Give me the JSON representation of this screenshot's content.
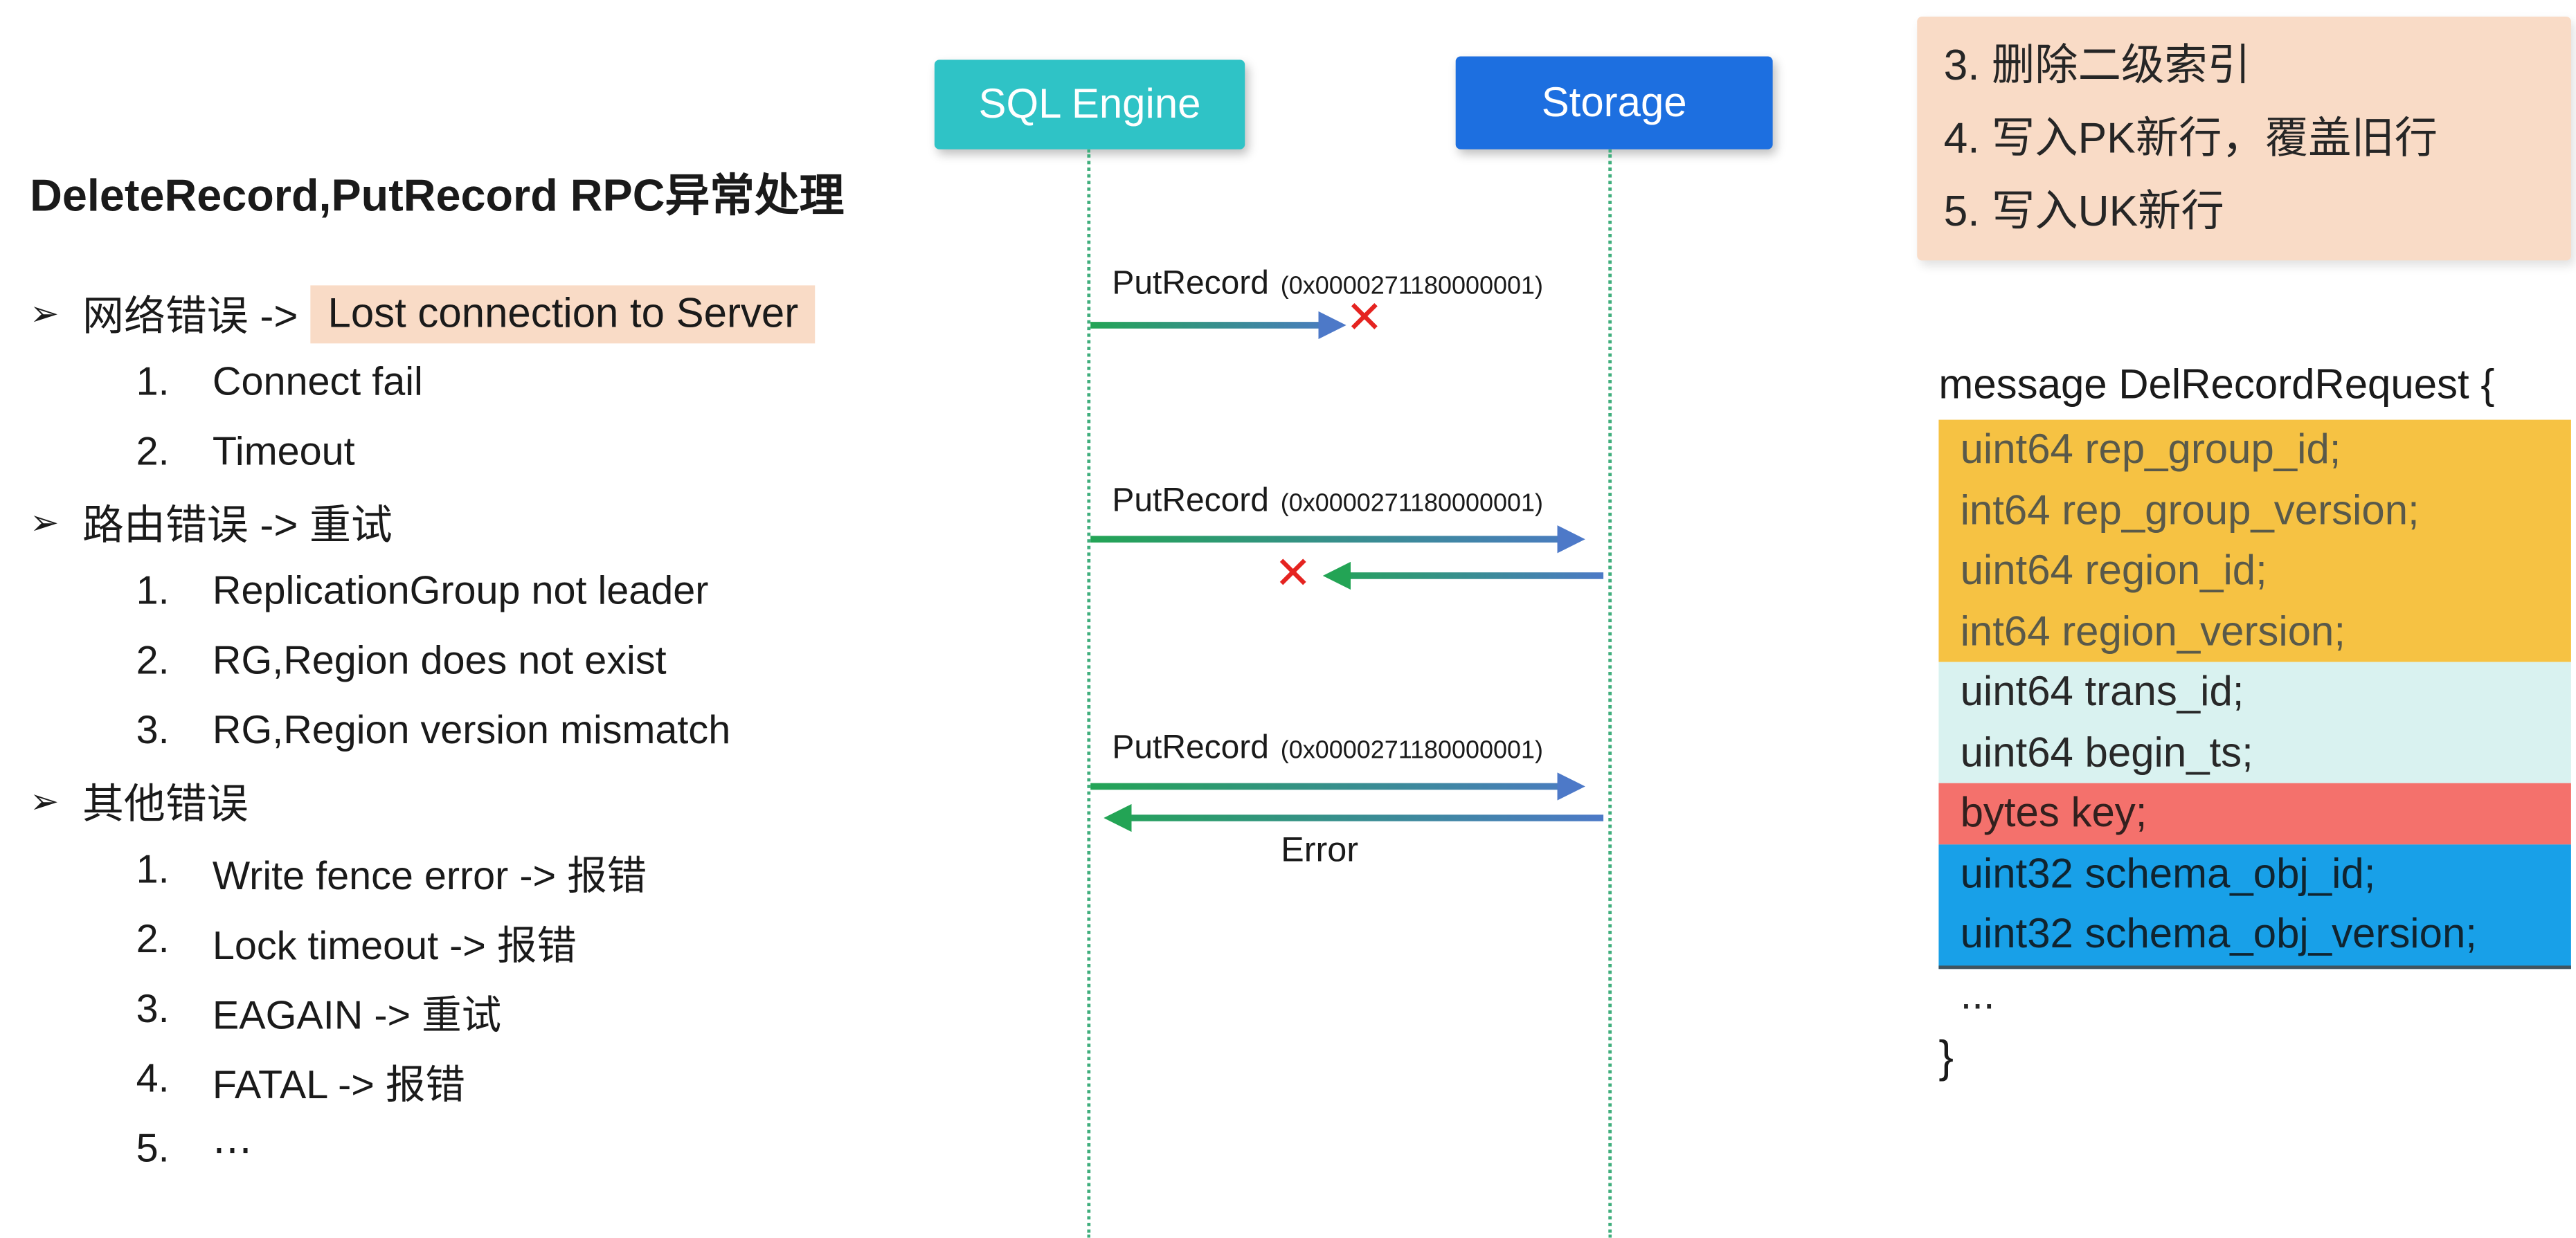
{
  "left": {
    "title": "DeleteRecord,PutRecord RPC异常处理",
    "bullets": [
      {
        "marker": "➢",
        "label": "网络错误 ->",
        "highlight": "Lost connection to Server",
        "items": [
          {
            "num": "1.",
            "text": "Connect fail"
          },
          {
            "num": "2.",
            "text": "Timeout"
          }
        ]
      },
      {
        "marker": "➢",
        "label": "路由错误 -> 重试",
        "items": [
          {
            "num": "1.",
            "text": "ReplicationGroup not leader"
          },
          {
            "num": "2.",
            "text": "RG,Region does not exist"
          },
          {
            "num": "3.",
            "text": "RG,Region version mismatch"
          }
        ]
      },
      {
        "marker": "➢",
        "label": "其他错误",
        "items": [
          {
            "num": "1.",
            "text": "Write fence error -> 报错"
          },
          {
            "num": "2.",
            "text": "Lock timeout -> 报错"
          },
          {
            "num": "3.",
            "text": "EAGAIN -> 重试"
          },
          {
            "num": "4.",
            "text": "FATAL -> 报错"
          },
          {
            "num": "5.",
            "text": "⋯"
          }
        ]
      }
    ]
  },
  "sequence": {
    "actors": [
      {
        "name": "SQL Engine",
        "color": "#2FC3C6"
      },
      {
        "name": "Storage",
        "color": "#1D6FE0"
      }
    ],
    "messages": [
      {
        "name": "PutRecord",
        "args": "(0x0000271180000001)"
      },
      {
        "name": "PutRecord",
        "args": "(0x0000271180000001)"
      },
      {
        "name": "PutRecord",
        "args": "(0x0000271180000001)"
      }
    ],
    "error_label": "Error",
    "fail_mark": "✕"
  },
  "note_box": {
    "color": "#F9DBC6",
    "lines": [
      "3. 删除二级索引",
      "4. 写入PK新行，覆盖旧行",
      "5. 写入UK新行"
    ]
  },
  "message_def": {
    "header": "message DelRecordRequest {",
    "groups": [
      {
        "color": "#F6C243",
        "lines": [
          "uint64 rep_group_id;",
          "int64 rep_group_version;",
          "uint64 region_id;",
          "int64 region_version;"
        ]
      },
      {
        "color": "#D9F2F0",
        "lines": [
          "uint64 trans_id;",
          "uint64 begin_ts;"
        ]
      },
      {
        "color": "#F4716C",
        "lines": [
          "bytes key;"
        ]
      },
      {
        "color": "#18A0E8",
        "lines": [
          "uint32 schema_obj_id;",
          "uint32 schema_obj_version;"
        ]
      }
    ],
    "ellipsis": "...",
    "footer": "}"
  },
  "colors": {
    "peach_highlight": "#F9DBC6",
    "lifeline": "#3FAE7C",
    "arrow_green": "#23A455",
    "arrow_blue": "#4D79C8",
    "fail_red": "#E52320"
  }
}
